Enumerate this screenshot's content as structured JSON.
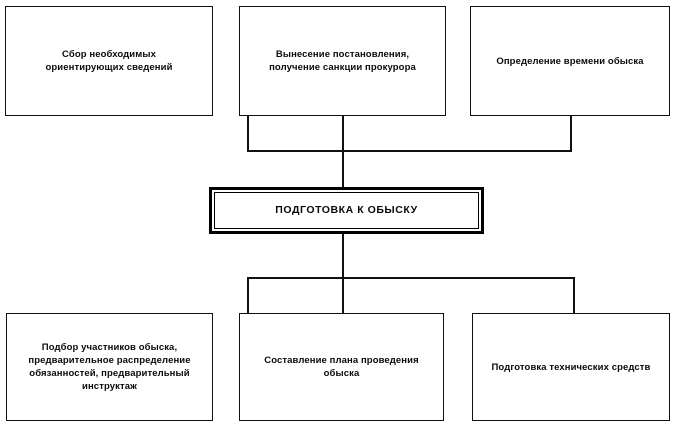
{
  "diagram": {
    "title": "Подготовка к обыску",
    "type": "hierarchical-flowchart",
    "background_color": "#ffffff",
    "line_color": "#111111",
    "text_color": "#0a0a0a",
    "center": {
      "label": "ПОДГОТОВКА К ОБЫСКУ",
      "emphasis": "double-border"
    },
    "top_nodes": [
      {
        "label": "Сбор необходимых\nориентирующих сведений"
      },
      {
        "label": "Вынесение постановления,\nполучение санкции прокурора"
      },
      {
        "label": "Определение времени обыска"
      }
    ],
    "bottom_nodes": [
      {
        "label": "Подбор участников обыска,\nпредварительное распределение\nобязанностей, предварительный\nинструктаж"
      },
      {
        "label": "Составление плана проведения обыска"
      },
      {
        "label": "Подготовка технических средств"
      }
    ]
  }
}
